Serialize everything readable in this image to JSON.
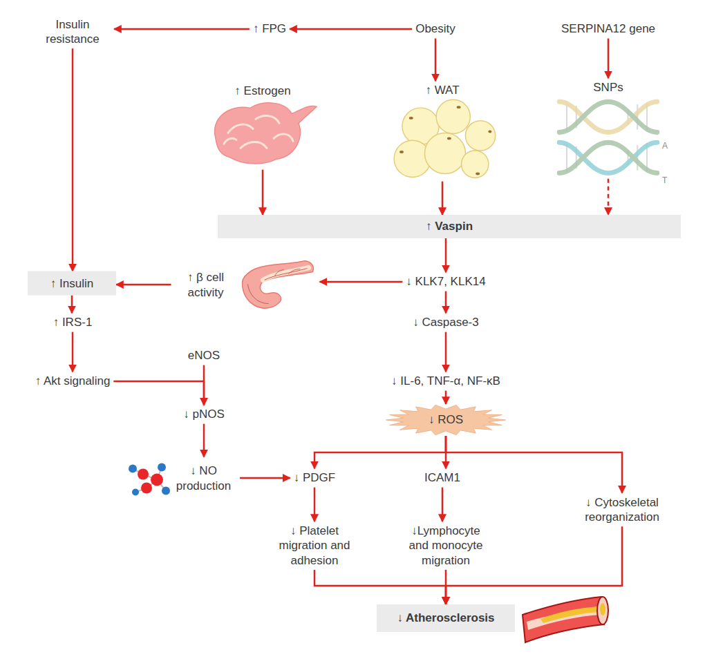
{
  "diagram": {
    "nodes": [
      {
        "text": [
          "Insulin resistance"
        ]
      },
      {
        "text": [
          "↑ FPG"
        ]
      },
      {
        "text": [
          "Obesity"
        ]
      },
      {
        "text": [
          "SERPINA12 gene"
        ]
      },
      {
        "text": [
          "↑ Estrogen"
        ]
      },
      {
        "text": [
          "↑ WAT"
        ]
      },
      {
        "text": [
          "SNPs"
        ]
      },
      {
        "text": [
          "↑ Vaspin"
        ]
      },
      {
        "text": [
          "↑ Insulin"
        ]
      },
      {
        "text": [
          "↑ β cell activity"
        ]
      },
      {
        "text": [
          "↓ KLK7, KLK14"
        ]
      },
      {
        "text": [
          "↑ IRS-1"
        ]
      },
      {
        "text": [
          "eNOS"
        ]
      },
      {
        "text": [
          "↓ Caspase-3"
        ]
      },
      {
        "text": [
          "↑ Akt signaling"
        ]
      },
      {
        "text": [
          "↓ pNOS"
        ]
      },
      {
        "text": [
          "↓ IL-6, TNF-α, NF-κB"
        ]
      },
      {
        "text": [
          "↓ ROS"
        ]
      },
      {
        "text": [
          "↓ NO production"
        ]
      },
      {
        "text": [
          "↓ PDGF"
        ]
      },
      {
        "text": [
          "ICAM1"
        ]
      },
      {
        "text": [
          "↓ Cytoskeletal reorganization"
        ]
      },
      {
        "text": [
          "↓ Platelet migration and adhesion"
        ]
      },
      {
        "text": [
          "↓Lymphocyte and monocyte migration"
        ]
      },
      {
        "text": [
          "↓ Atherosclerosis"
        ]
      }
    ],
    "edges": [
      {
        "from": 2,
        "to": 1,
        "arrow": "to"
      },
      {
        "from": 1,
        "to": 0,
        "arrow": "to"
      },
      {
        "from": 2,
        "to": 5,
        "arrow": "to"
      },
      {
        "from": 3,
        "to": 6,
        "arrow": "to"
      },
      {
        "from": 4,
        "to": 7,
        "arrow": "to"
      },
      {
        "from": 5,
        "to": 7,
        "arrow": "to"
      },
      {
        "from": 6,
        "to": 7,
        "arrow": "to"
      },
      {
        "from": 0,
        "to": 8,
        "arrow": "to"
      },
      {
        "from": 7,
        "to": 10,
        "arrow": "to"
      },
      {
        "from": 10,
        "to": 9,
        "arrow": "to"
      },
      {
        "from": 9,
        "to": 8,
        "arrow": "to"
      },
      {
        "from": 8,
        "to": 11,
        "arrow": "to"
      },
      {
        "from": 11,
        "to": 14,
        "arrow": "to"
      },
      {
        "from": 14,
        "to": 15,
        "arrow": "to"
      },
      {
        "from": 12,
        "to": 15,
        "arrow": "to"
      },
      {
        "from": 15,
        "to": 18,
        "arrow": "to"
      },
      {
        "from": 18,
        "to": 19,
        "arrow": "to"
      },
      {
        "from": 10,
        "to": 13,
        "arrow": "to"
      },
      {
        "from": 13,
        "to": 16,
        "arrow": "to"
      },
      {
        "from": 16,
        "to": 17,
        "arrow": "to"
      },
      {
        "from": 17,
        "to": 19,
        "arrow": "to"
      },
      {
        "from": 17,
        "to": 20,
        "arrow": "to"
      },
      {
        "from": 17,
        "to": 21,
        "arrow": "to"
      },
      {
        "from": 19,
        "to": 22,
        "arrow": "to"
      },
      {
        "from": 20,
        "to": 23,
        "arrow": "to"
      },
      {
        "from": 22,
        "to": 24,
        "arrow": "to"
      },
      {
        "from": 23,
        "to": 24,
        "arrow": "to"
      },
      {
        "from": 21,
        "to": 24,
        "arrow": "to"
      }
    ],
    "labels": [
      "A",
      "T"
    ]
  }
}
